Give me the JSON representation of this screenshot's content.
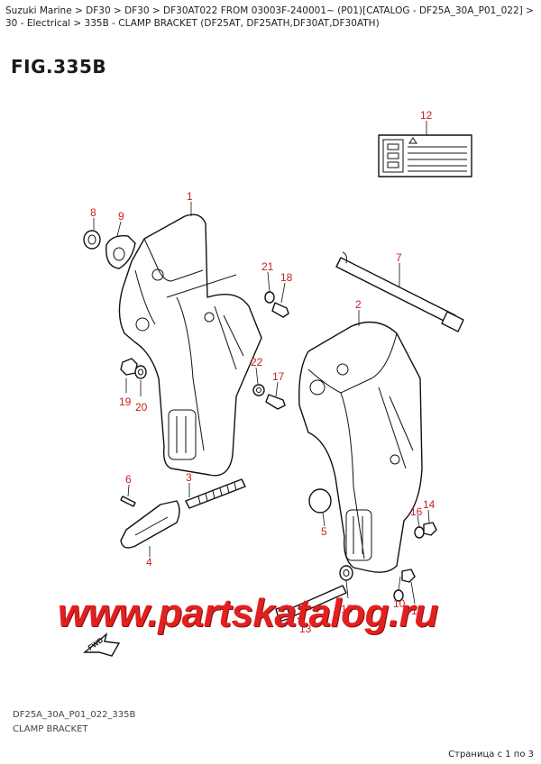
{
  "breadcrumb": "Suzuki Marine > DF30 > DF30 > DF30AT022 FROM 03003F-240001~ (P01)[CATALOG - DF25A_30A_P01_022] > 30 - Electrical > 335B - CLAMP BRACKET (DF25AT, DF25ATH,DF30AT,DF30ATH)",
  "figure_title": "FIG.335B",
  "callouts": [
    "1",
    "2",
    "3",
    "4",
    "5",
    "6",
    "7",
    "8",
    "9",
    "10",
    "11",
    "12",
    "13",
    "14",
    "15",
    "16",
    "17",
    "18",
    "19",
    "20",
    "21",
    "22"
  ],
  "direction_label": "FWD",
  "watermark": "www.partskatalog.ru",
  "drawing_code": "DF25A_30A_P01_022_335B",
  "caption": "CLAMP BRACKET",
  "page_counter": "Страница с 1 по 3",
  "colors": {
    "callout": "#c8201e",
    "watermark": "#e41f1f",
    "line": "#111111"
  }
}
